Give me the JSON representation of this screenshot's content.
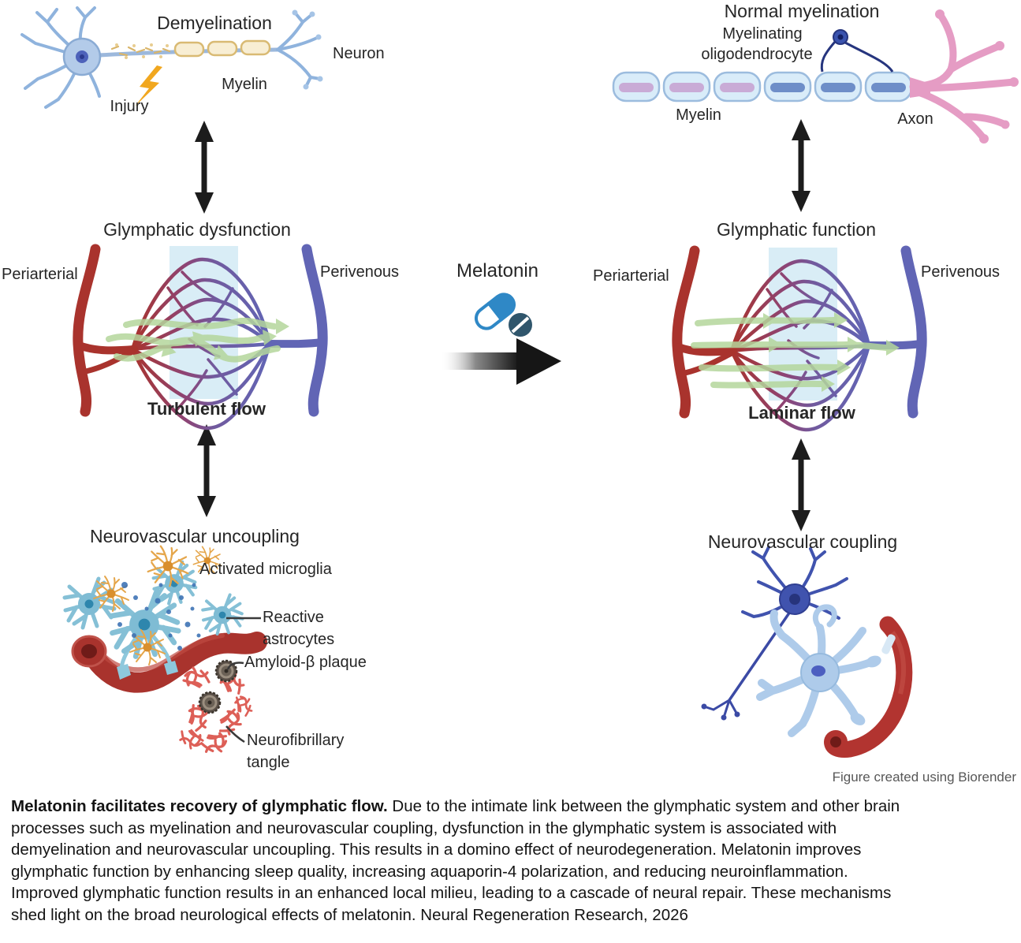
{
  "figure": {
    "left_column": {
      "top": {
        "title": "Demyelination",
        "neuron_label": "Neuron",
        "myelin_label": "Myelin",
        "injury_label": "Injury"
      },
      "middle": {
        "title": "Glymphatic dysfunction",
        "periarterial_label": "Periarterial",
        "perivenous_label": "Perivenous",
        "flow_label": "Turbulent flow"
      },
      "bottom": {
        "title": "Neurovascular uncoupling",
        "microglia_label": "Activated microglia",
        "reactive_label": "Reactive",
        "astrocytes_label": "astrocytes",
        "amyloid_label": "Amyloid-β plaque",
        "neurofibrillary_label": "Neurofibrillary",
        "tangle_label": "tangle"
      }
    },
    "center": {
      "melatonin_label": "Melatonin"
    },
    "right_column": {
      "top": {
        "title": "Normal myelination",
        "myelinating_label": "Myelinating",
        "oligodendrocyte_label": "oligodendrocyte",
        "myelin_label": "Myelin",
        "axon_label": "Axon"
      },
      "middle": {
        "title": "Glymphatic function",
        "periarterial_label": "Periarterial",
        "perivenous_label": "Perivenous",
        "flow_label": "Laminar flow"
      },
      "bottom": {
        "title": "Neurovascular coupling"
      }
    },
    "credit": "Figure created using Biorender"
  },
  "caption": {
    "line1_bold": "Melatonin facilitates recovery of glymphatic flow.",
    "line1_rest": " Due to the intimate link between the glymphatic system and other brain",
    "line2": "processes such as myelination and neurovascular coupling, dysfunction in the glymphatic system is associated with",
    "line3": "demyelination and neurovascular uncoupling. This results in a domino effect of neurodegeneration. Melatonin improves",
    "line4": "glymphatic function by enhancing sleep quality, increasing aquaporin-4 polarization, and reducing neuroinflammation.",
    "line5": "Improved glymphatic function results in an enhanced local milieu, leading to a cascade of neural repair. These mechanisms",
    "line6": "shed light on the broad neurological effects of melatonin. Neural Regeneration Research, 2026"
  },
  "colors": {
    "artery_red": "#a9332d",
    "vein_blue": "#6165b5",
    "csf_green": "#b4d69c",
    "band_blue": "#d9edf6",
    "melatonin_blue": "#2f88c6",
    "myelin_tan": "#f8eed4",
    "axon_pink": "#e59cc4"
  }
}
